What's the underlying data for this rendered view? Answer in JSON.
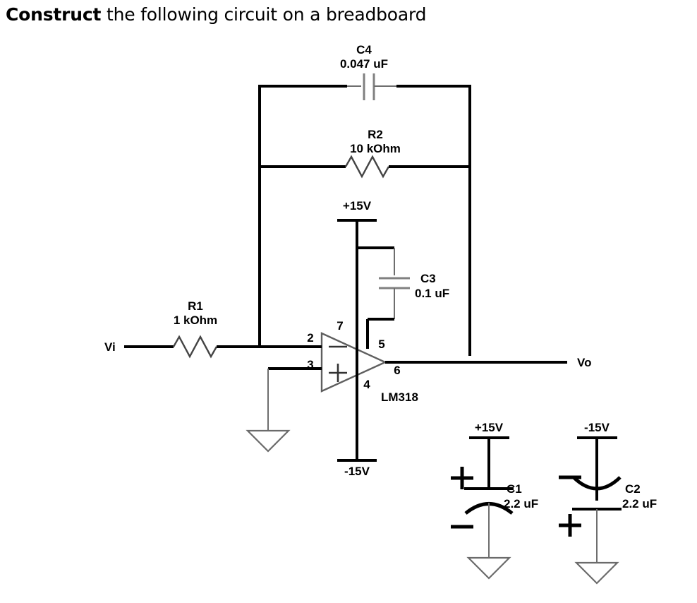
{
  "title": {
    "bold_part": "Construct",
    "rest_part": " the following circuit on a breadboard"
  },
  "io": {
    "input_label": "Vi",
    "output_label": "Vo"
  },
  "opamp": {
    "part_number": "LM318",
    "inverting_sign": "−",
    "noninverting_sign": "+",
    "pins": {
      "inverting": "2",
      "noninverting": "3",
      "vplus": "7",
      "vminus": "4",
      "compensation": "5",
      "output": "6"
    }
  },
  "rails": {
    "positive": "+15V",
    "negative": "-15V"
  },
  "components": [
    {
      "id": "R1",
      "designator": "R1",
      "value": "1 kOhm",
      "type": "resistor"
    },
    {
      "id": "R2",
      "designator": "R2",
      "value": "10 kOhm",
      "type": "resistor"
    },
    {
      "id": "C1",
      "designator": "C1",
      "value": "2.2 uF",
      "type": "capacitor-polarized",
      "plus_sign": "+",
      "minus_sign": "−",
      "rail": "+15V"
    },
    {
      "id": "C2",
      "designator": "C2",
      "value": "2.2 uF",
      "type": "capacitor-polarized",
      "plus_sign": "+",
      "minus_sign": "−",
      "rail": "-15V"
    },
    {
      "id": "C3",
      "designator": "C3",
      "value": "0.1 uF",
      "type": "capacitor"
    },
    {
      "id": "C4",
      "designator": "C4",
      "value": "0.047 uF",
      "type": "capacitor"
    }
  ],
  "colors": {
    "wire": "#000000",
    "wire_light": "#6e6e6e",
    "symbol_outline": "#6b6b6b",
    "background": "#ffffff",
    "text": "#000000"
  }
}
